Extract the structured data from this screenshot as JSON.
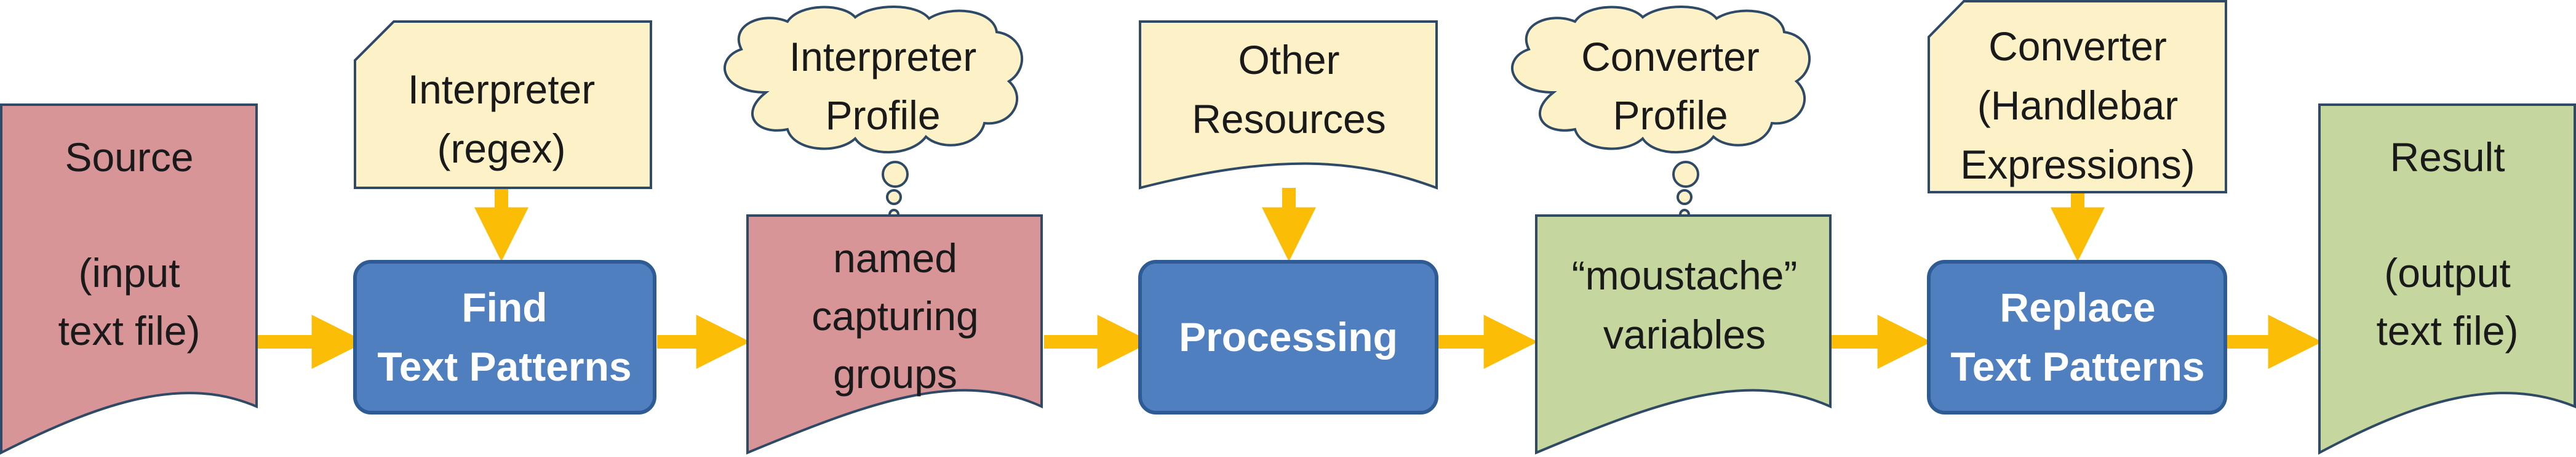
{
  "colors": {
    "input_doc": "#d79598",
    "output_doc": "#c5d79e",
    "resource_doc": "#fdf1c8",
    "process": "#4f7fbf",
    "process_border": "#2f5b95",
    "cloud": "#fdf1c8",
    "arrow": "#fbbd06",
    "stroke": "#2f4a66"
  },
  "source": {
    "lines": [
      "Source",
      "",
      "(input",
      "text file)"
    ]
  },
  "interpreter": {
    "lines": [
      "Interpreter",
      "(regex)"
    ]
  },
  "interpreter_profile": {
    "lines": [
      "Interpreter",
      "Profile"
    ]
  },
  "find": {
    "lines": [
      "Find",
      "Text Patterns"
    ]
  },
  "named_groups": {
    "lines": [
      "named",
      "capturing",
      "groups"
    ]
  },
  "other_resources": {
    "lines": [
      "Other",
      "Resources"
    ]
  },
  "processing": {
    "lines": [
      "Processing"
    ]
  },
  "converter_profile": {
    "lines": [
      "Converter",
      "Profile"
    ]
  },
  "moustache": {
    "lines": [
      "“moustache”",
      "variables"
    ]
  },
  "converter": {
    "lines": [
      "Converter",
      "(Handlebar",
      "Expressions)"
    ]
  },
  "replace": {
    "lines": [
      "Replace",
      "Text Patterns"
    ]
  },
  "result": {
    "lines": [
      "Result",
      "",
      "(output",
      "text file)"
    ]
  }
}
